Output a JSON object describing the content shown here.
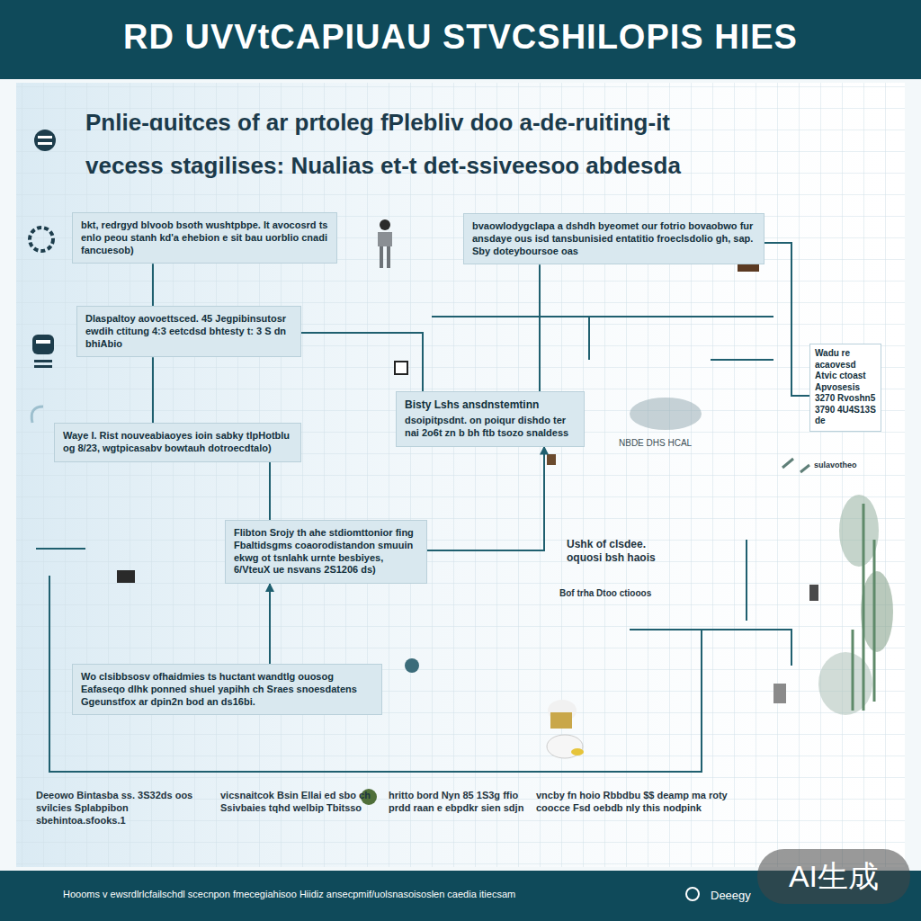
{
  "diagram": {
    "title": "RD UVVtCAPIUAU STVCSHILOPIS HIES",
    "nodes": [
      {
        "text": [
          "bkt, redrgyd blvoob bsoth wushtpbpe. It avocosrd ts enlo peou stanh kd'a ehebion e sit bau uorblio cnadi fancuesob)"
        ]
      },
      {
        "text": [
          "bvaowlodygclapa a dshdh byeomet our fotrio bovaobwo fur ansdaye ous isd tansbunisied entatitio froeclsdolio gh, sap. Sby doteyboursoe oas"
        ]
      },
      {
        "text": [
          "Dlaspaltoy aovoettsced. 45 Jegpibinsutosr ewdih ctitung 4:3 eetcdsd bhtesty t: 3 S dn bhiAbio"
        ]
      },
      {
        "text": [
          "Bisty Lshs ansdnstemtinn",
          "dsoipitpsdnt. on poiqur dishdo ter nai 2o6t zn b bh ftb tsozo snaldess"
        ]
      },
      {
        "text": [
          "Waye I. Rist nouveabiaoyes ioin sabky tlpHotblu og 8/23, wgtpicasabv bowtauh dotroecdtalo)"
        ]
      },
      {
        "text": [
          "Flibton Srojy th ahe stdiomttonior fing Fbaltidsgms coaorodistandon smuuin ekwg ot tsnlahk urnte besbiyes, 6/VteuX ue nsvans 2S1206 ds)"
        ]
      },
      {
        "text": [
          "Wo clsibbsosv ofhaidmies ts huctant wandtlg ouosog Eafaseqo dlhk ponned shuel yapihh ch Sraes snoesdatens Ggeunstfox ar dpin2n bod an ds16bi."
        ]
      },
      {
        "text": [
          "Wadu re acaovesd Atvic ctoast Apvosesis 3270 Rvoshn5 3790 4U4S13S de"
        ]
      }
    ],
    "edges": [
      {
        "from": 0,
        "to": 2,
        "arrow": "none"
      },
      {
        "from": 2,
        "to": 4,
        "arrow": "none"
      },
      {
        "from": 4,
        "to": 5,
        "arrow": "none"
      },
      {
        "from": 6,
        "to": 5,
        "arrow": "to"
      },
      {
        "from": 2,
        "to": 3,
        "arrow": "none"
      },
      {
        "from": 3,
        "to": 1,
        "arrow": "none"
      },
      {
        "from": 5,
        "to": 3,
        "arrow": "to"
      },
      {
        "from": 1,
        "to": 7,
        "arrow": "none"
      }
    ],
    "labels": [
      "Pnlie-ɑuitces of ar prtoleg fPlebliv doo a-de-ruiting-it",
      "vecess stagilises: Nualias et-t det-ssiveesoo abdesda",
      "NBDE DHS HCAL",
      "Ushk of clsdee. oquosi bsh haois",
      "Bof trha Dtoo ctiooos",
      "sulavotheo",
      "Deeowo Bintasba ss. 3S32ds oos svilcies Splabpibon sbehintoa.sfooks.1",
      "vicsnaitcok Bsin Ellai ed sbo ch Ssivbaies tqhd welbip Tbitsso",
      "hritto bord Nyn 85 1S3g ffio prdd raan e ebpdkr sien sdjn",
      "vncby fn hoio Rbbdbu $$ deamp ma roty coocce Fsd oebdb nly this nodpink",
      "Hoooms v ewsrdlrlcfailschdl scecnpon fmecegiahisoo Hiidiz ansecpmif/uolsnasoisoslen caedia itiecsam",
      "Deeegy",
      "AI生成"
    ]
  }
}
